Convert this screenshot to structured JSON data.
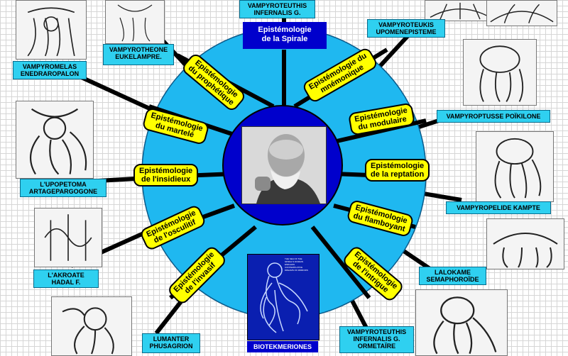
{
  "center_title": {
    "line1": "Epistémologie",
    "line2": "de la Spirale"
  },
  "bottom_title": "BIOTEKMERIONES",
  "cover_text": [
    "THE SEA OF THE",
    "SPIRAL'S DOMAIN",
    "ENDLESS",
    "CONTEMPLATIVE",
    "DREAMS OF MIRRORS"
  ],
  "labels": [
    {
      "line1": "VAMPYROTEUTHIS",
      "line2": "INFERNALIS G."
    },
    {
      "line1": "VAMPYROTEUKIS",
      "line2": "UPOMENEPISTEME"
    },
    {
      "line1": "VAMPYROTHEONE",
      "line2": "EUKELAMPRE."
    },
    {
      "line1": "VAMPYROMELAS",
      "line2": "ENEDRAROPALON"
    },
    {
      "line1": "VAMPYROPTUSSE POÏKILONE",
      "line2": ""
    },
    {
      "line1": "L'UPOPETOMA",
      "line2": "ARTAGEPARGOGONE"
    },
    {
      "line1": "VAMPYROPELIDE KAMPTE",
      "line2": ""
    },
    {
      "line1": "L'AKROATE",
      "line2": "HADAL F."
    },
    {
      "line1": "LALOKAME",
      "line2": "SEMAPHOROÏDE"
    },
    {
      "line1": "LUMANTER",
      "line2": "PHUSAGRION"
    },
    {
      "line1": "VAMPYROTEUTHIS",
      "line2": "INFERNALIS G.",
      "line3": "ORMETAÏRE"
    }
  ],
  "pills": [
    {
      "line1": "Epistémologie",
      "line2": "du prophétique"
    },
    {
      "line1": "Epistémologie du",
      "line2": "mnémonique"
    },
    {
      "line1": "Epistémologie",
      "line2": "du martelé"
    },
    {
      "line1": "Epistémologie",
      "line2": "du modulaire"
    },
    {
      "line1": "Epistémologie",
      "line2": "de l'insidieux"
    },
    {
      "line1": "Epistémologie",
      "line2": "de la reptation"
    },
    {
      "line1": "Epistémologie",
      "line2": "de l'osculitif"
    },
    {
      "line1": "Epistémologie",
      "line2": "du flamboyant"
    },
    {
      "line1": "Epistémologie",
      "line2": "de l'invasif"
    },
    {
      "line1": "Epistémologie",
      "line2": "de l'intrigue"
    }
  ],
  "colors": {
    "ring": "#1fb8f0",
    "inner": "#0000cc",
    "pill": "#ffff00",
    "label": "#2fd0f0"
  }
}
